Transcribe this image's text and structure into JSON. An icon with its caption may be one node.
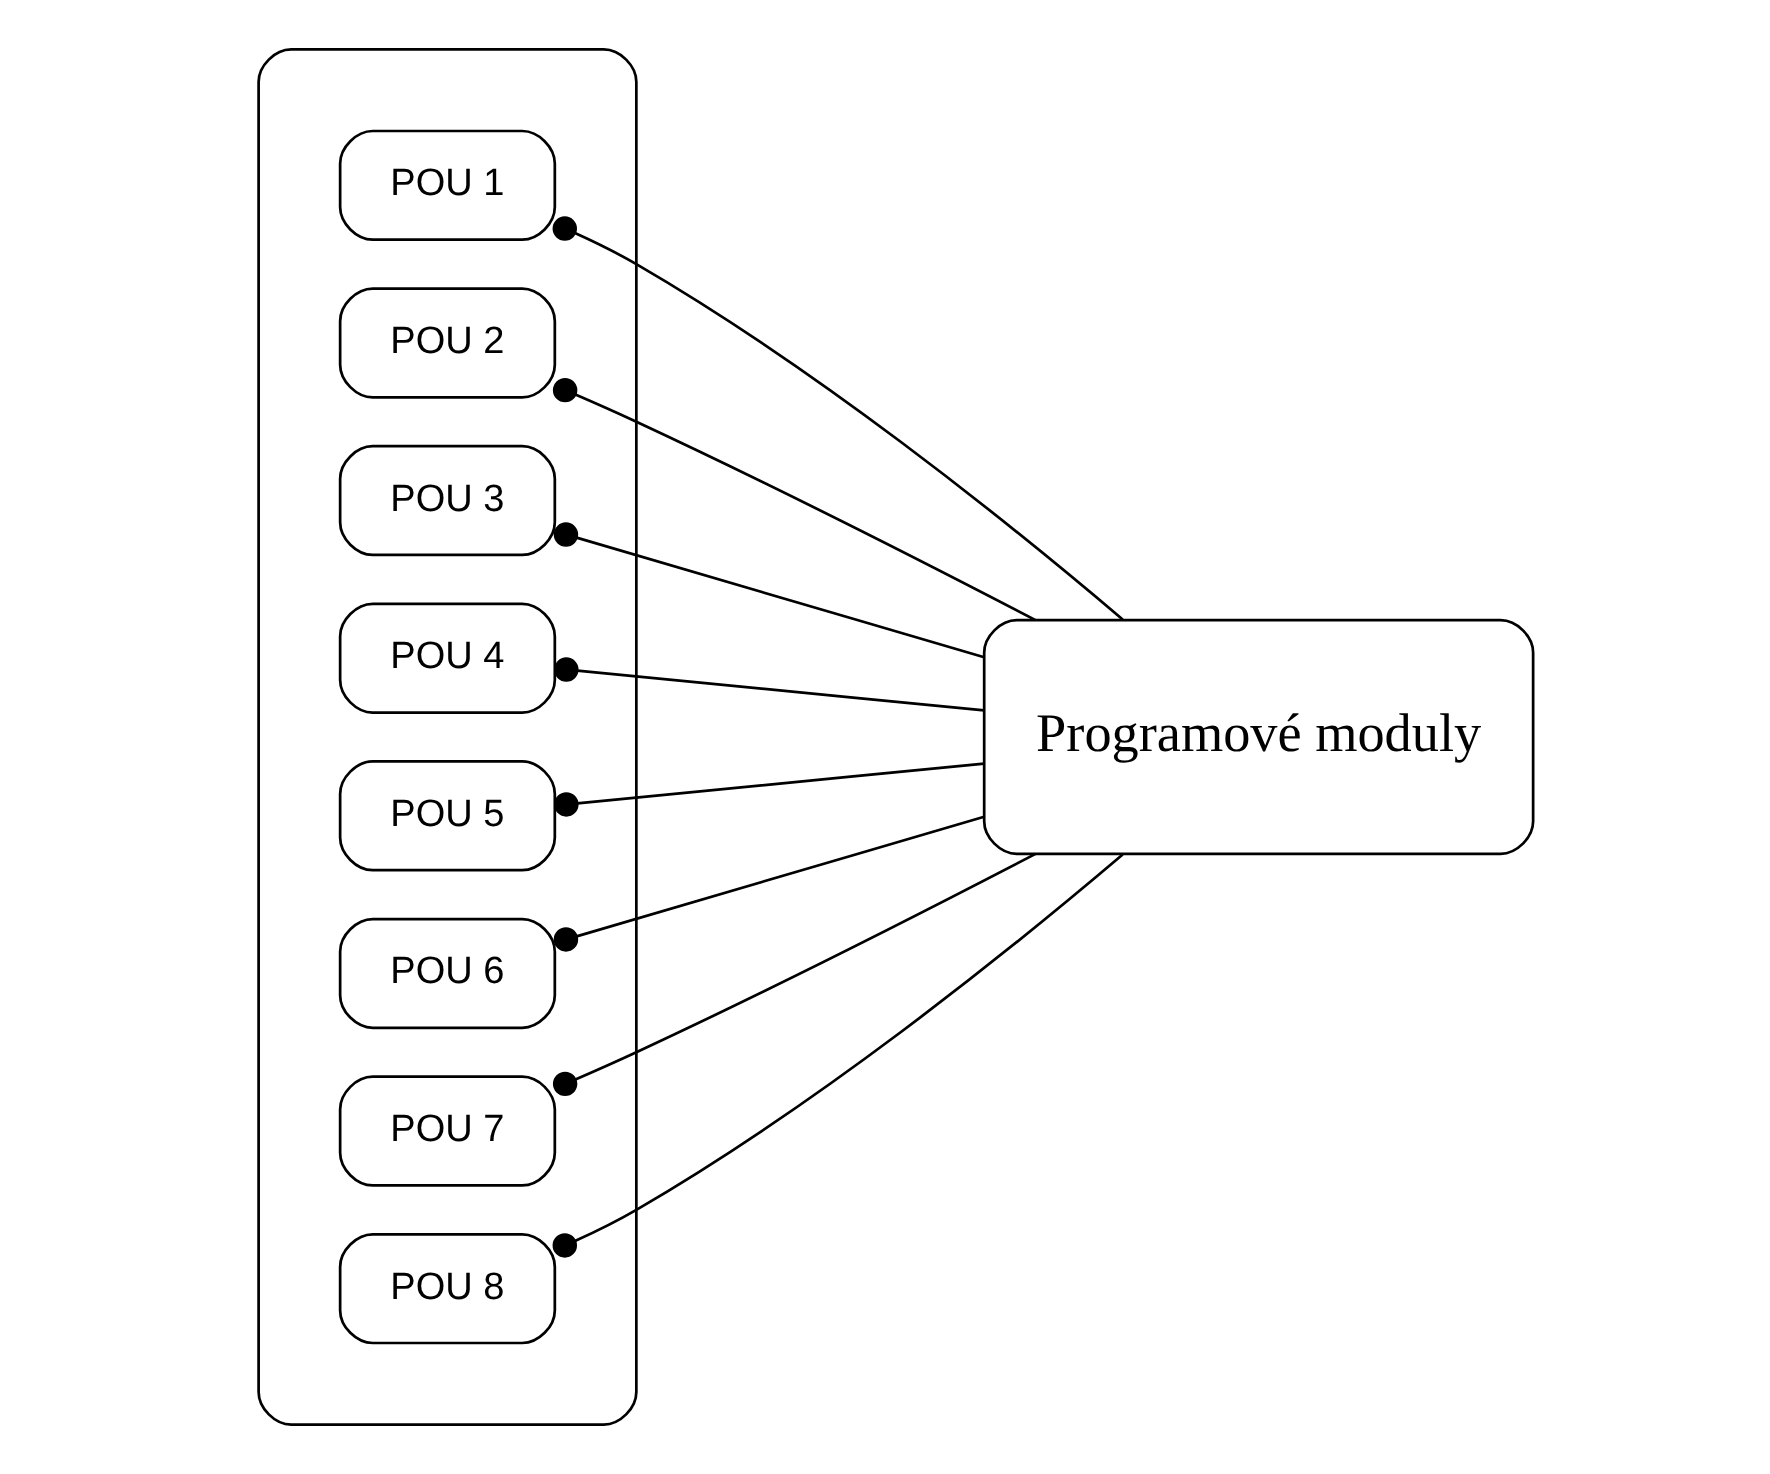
{
  "diagram": {
    "nodes": [
      {
        "text": [],
        "shape": "box"
      },
      {
        "text": [
          "POU 1"
        ],
        "in": 0
      },
      {
        "text": [
          "POU 2"
        ],
        "in": 0
      },
      {
        "text": [
          "POU 3"
        ],
        "in": 0
      },
      {
        "text": [
          "POU 4"
        ],
        "in": 0
      },
      {
        "text": [
          "POU 5"
        ],
        "in": 0
      },
      {
        "text": [
          "POU 6"
        ],
        "in": 0
      },
      {
        "text": [
          "POU 7"
        ],
        "in": 0
      },
      {
        "text": [
          "POU 8"
        ],
        "in": 0
      },
      {
        "text": [
          "Programové moduly"
        ]
      }
    ],
    "edges": [
      {
        "from": 1,
        "to": 9,
        "arrow": "other"
      },
      {
        "from": 2,
        "to": 9,
        "arrow": "other"
      },
      {
        "from": 3,
        "to": 9,
        "arrow": "other"
      },
      {
        "from": 4,
        "to": 9,
        "arrow": "other"
      },
      {
        "from": 5,
        "to": 9,
        "arrow": "other"
      },
      {
        "from": 6,
        "to": 9,
        "arrow": "other"
      },
      {
        "from": 7,
        "to": 9,
        "arrow": "other"
      },
      {
        "from": 8,
        "to": 9,
        "arrow": "other"
      }
    ]
  }
}
